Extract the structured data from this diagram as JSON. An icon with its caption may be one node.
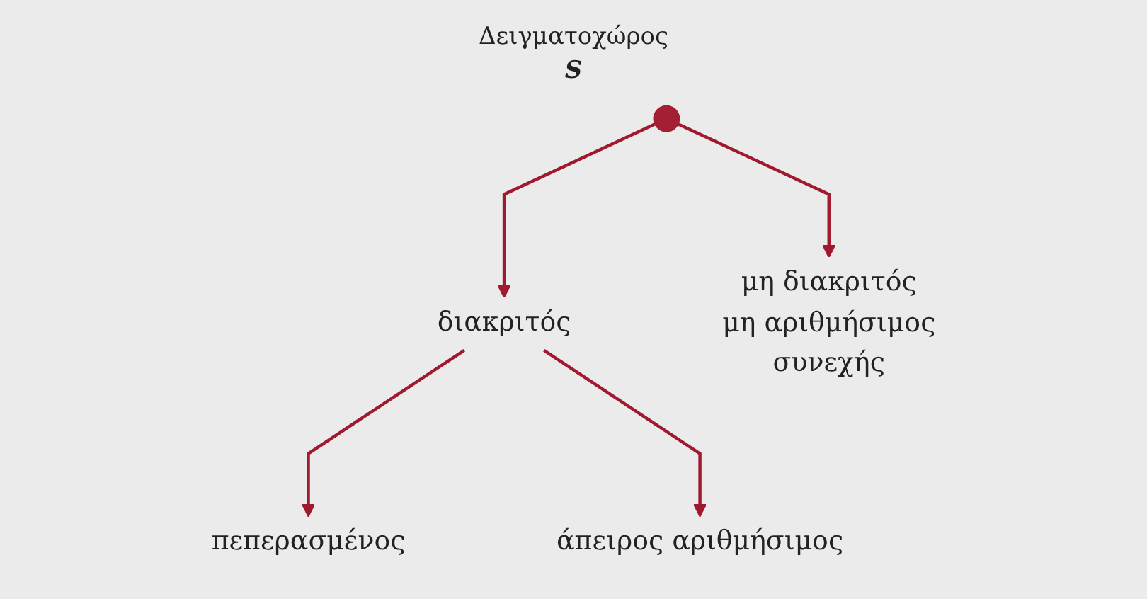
{
  "diagram": {
    "nodes": [
      {
        "text": [],
        "shape": "circle",
        "beside": [
          "Δειγματοχώρος",
          "S"
        ]
      },
      {
        "text": [
          "διακριτός"
        ]
      },
      {
        "text": [
          "μη διακριτός",
          "μη αριθμήσιμος",
          "συνεχής"
        ]
      },
      {
        "text": [
          "πεπερασμένος"
        ]
      },
      {
        "text": [
          "άπειρος αριθμήσιμος"
        ]
      }
    ],
    "edges": [
      {
        "from": 0,
        "to": 1,
        "arrow": "to"
      },
      {
        "from": 0,
        "to": 2,
        "arrow": "to"
      },
      {
        "from": 1,
        "to": 3,
        "arrow": "to"
      },
      {
        "from": 1,
        "to": 4,
        "arrow": "to"
      }
    ]
  }
}
